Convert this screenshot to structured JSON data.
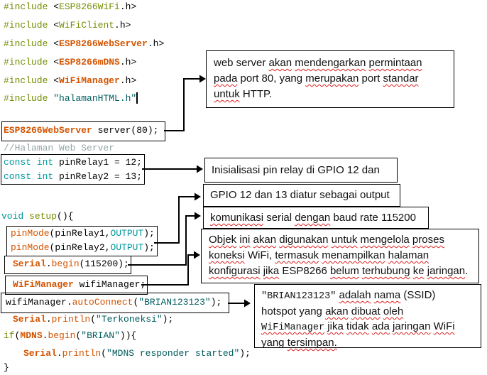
{
  "colors": {
    "token_directive": "#728E00",
    "token_class": "#D35400",
    "token_function": "#D35400",
    "token_keyword": "#00979C",
    "token_string": "#005C5F",
    "token_comment": "#95A5A6",
    "squiggle": "#E02020",
    "connector": "#000000"
  },
  "code": {
    "lines": [
      {
        "name": "include-esp8266wifi",
        "segments": [
          {
            "t": "#include ",
            "c": "directive"
          },
          {
            "t": "<",
            "c": "plain"
          },
          {
            "t": "ESP8266WiFi",
            "c": "directive"
          },
          {
            "t": ".h>",
            "c": "plain"
          }
        ]
      },
      {
        "name": "include-wificlient",
        "segments": [
          {
            "t": "#include ",
            "c": "directive"
          },
          {
            "t": "<",
            "c": "plain"
          },
          {
            "t": "WiFiClient",
            "c": "directive"
          },
          {
            "t": ".h>",
            "c": "plain"
          }
        ]
      },
      {
        "name": "include-esp8266webserver",
        "segments": [
          {
            "t": "#include ",
            "c": "directive"
          },
          {
            "t": "<",
            "c": "plain"
          },
          {
            "t": "ESP8266WebServer",
            "c": "class"
          },
          {
            "t": ".h>",
            "c": "plain"
          }
        ]
      },
      {
        "name": "include-esp8266mdns",
        "segments": [
          {
            "t": "#include ",
            "c": "directive"
          },
          {
            "t": "<",
            "c": "plain"
          },
          {
            "t": "ESP8266mDNS",
            "c": "class"
          },
          {
            "t": ".h>",
            "c": "plain"
          }
        ]
      },
      {
        "name": "include-wifimanager",
        "segments": [
          {
            "t": "#include ",
            "c": "directive"
          },
          {
            "t": "<",
            "c": "plain"
          },
          {
            "t": "WiFiManager",
            "c": "class"
          },
          {
            "t": ".h>",
            "c": "plain"
          }
        ]
      },
      {
        "name": "include-halamanhtml",
        "segments": [
          {
            "t": "#include ",
            "c": "directive"
          },
          {
            "t": "\"halamanHTML.h\"",
            "c": "string"
          }
        ]
      },
      {
        "name": "webserver-declaration",
        "segments": [
          {
            "t": "ESP8266WebServer",
            "c": "class"
          },
          {
            "t": " server(80);",
            "c": "plain"
          }
        ]
      },
      {
        "name": "comment-halaman-web-server",
        "segments": [
          {
            "t": "//Halaman Web Server",
            "c": "comment"
          }
        ]
      },
      {
        "name": "const-pinrelay1",
        "segments": [
          {
            "t": "const int",
            "c": "keyword"
          },
          {
            "t": " pinRelay1 = 12;",
            "c": "plain"
          }
        ]
      },
      {
        "name": "const-pinrelay2",
        "segments": [
          {
            "t": "const int",
            "c": "keyword"
          },
          {
            "t": " pinRelay2 = 13;",
            "c": "plain"
          }
        ]
      },
      {
        "name": "void-setup",
        "segments": [
          {
            "t": "void",
            "c": "keyword"
          },
          {
            "t": " ",
            "c": "plain"
          },
          {
            "t": "setup",
            "c": "directive"
          },
          {
            "t": "(){",
            "c": "plain"
          }
        ]
      },
      {
        "name": "pinmode-pinrelay1",
        "segments": [
          {
            "t": "pinMode",
            "c": "func"
          },
          {
            "t": "(pinRelay1,",
            "c": "plain"
          },
          {
            "t": "OUTPUT",
            "c": "keyword"
          },
          {
            "t": ");",
            "c": "plain"
          }
        ]
      },
      {
        "name": "pinmode-pinrelay2",
        "segments": [
          {
            "t": "pinMode",
            "c": "func"
          },
          {
            "t": "(pinRelay2,",
            "c": "plain"
          },
          {
            "t": "OUTPUT",
            "c": "keyword"
          },
          {
            "t": ");",
            "c": "plain"
          }
        ]
      },
      {
        "name": "serial-begin",
        "segments": [
          {
            "t": "Serial",
            "c": "class"
          },
          {
            "t": ".",
            "c": "plain"
          },
          {
            "t": "begin",
            "c": "func"
          },
          {
            "t": "(115200);",
            "c": "plain"
          }
        ]
      },
      {
        "name": "wifimanager-declaration",
        "segments": [
          {
            "t": "WiFiManager",
            "c": "class"
          },
          {
            "t": " wifiManager;",
            "c": "plain"
          }
        ]
      },
      {
        "name": "wifimanager-autoconnect",
        "segments": [
          {
            "t": "wifiManager.",
            "c": "plain"
          },
          {
            "t": "autoConnect",
            "c": "func"
          },
          {
            "t": "(",
            "c": "plain"
          },
          {
            "t": "\"BRIAN123123\"",
            "c": "string"
          },
          {
            "t": ");",
            "c": "plain"
          }
        ]
      },
      {
        "name": "serial-println-terkoneksi",
        "segments": [
          {
            "t": "Serial",
            "c": "class"
          },
          {
            "t": ".",
            "c": "plain"
          },
          {
            "t": "println",
            "c": "func"
          },
          {
            "t": "(",
            "c": "plain"
          },
          {
            "t": "\"Terkoneksi\"",
            "c": "string"
          },
          {
            "t": ");",
            "c": "plain"
          }
        ]
      },
      {
        "name": "if-mdns-begin",
        "segments": [
          {
            "t": "if",
            "c": "directive"
          },
          {
            "t": "(",
            "c": "plain"
          },
          {
            "t": "MDNS",
            "c": "class"
          },
          {
            "t": ".",
            "c": "plain"
          },
          {
            "t": "begin",
            "c": "func"
          },
          {
            "t": "(",
            "c": "plain"
          },
          {
            "t": "\"BRIAN\"",
            "c": "string"
          },
          {
            "t": ")){",
            "c": "plain"
          }
        ]
      },
      {
        "name": "serial-println-mdns",
        "segments": [
          {
            "t": "Serial",
            "c": "class"
          },
          {
            "t": ".",
            "c": "plain"
          },
          {
            "t": "println",
            "c": "func"
          },
          {
            "t": "(",
            "c": "plain"
          },
          {
            "t": "\"MDNS responder started\"",
            "c": "string"
          },
          {
            "t": ");",
            "c": "plain"
          }
        ]
      },
      {
        "name": "closing-brace",
        "segments": [
          {
            "t": "}",
            "c": "plain"
          }
        ]
      }
    ]
  },
  "callouts": [
    {
      "name": "callout-webserver-port",
      "lines": [
        [
          {
            "t": "web server ",
            "sq": false
          },
          {
            "t": "akan mendengarkan permintaan",
            "sq": true
          }
        ],
        [
          {
            "t": "pada",
            "sq": true
          },
          {
            "t": " port 80, yang ",
            "sq": false
          },
          {
            "t": "merupakan",
            "sq": true
          },
          {
            "t": " port ",
            "sq": false
          },
          {
            "t": "standar",
            "sq": true
          }
        ],
        [
          {
            "t": "untuk",
            "sq": true
          },
          {
            "t": " HTTP.",
            "sq": false
          }
        ]
      ]
    },
    {
      "name": "callout-pin-init",
      "lines": [
        [
          {
            "t": "Inisialisasi pin relay di GPIO 12 dan",
            "sq": false
          }
        ]
      ]
    },
    {
      "name": "callout-gpio-output",
      "lines": [
        [
          {
            "t": "GPIO 12 dan 13 diatur sebagai output",
            "sq": false
          }
        ]
      ]
    },
    {
      "name": "callout-serial-baud",
      "lines": [
        [
          {
            "t": "komunikasi",
            "sq": true
          },
          {
            "t": " serial ",
            "sq": false
          },
          {
            "t": "dengan",
            "sq": true
          },
          {
            "t": " baud rate 115200",
            "sq": false
          }
        ]
      ]
    },
    {
      "name": "callout-wifimanager-object",
      "lines": [
        [
          {
            "t": "Objek ini akan digunakan untuk mengelola proses",
            "sq": true
          }
        ],
        [
          {
            "t": "koneksi",
            "sq": true
          },
          {
            "t": " WiFi, ",
            "sq": false
          },
          {
            "t": "termasuk menampilkan halaman",
            "sq": true
          }
        ],
        [
          {
            "t": "konfigurasi jika",
            "sq": true
          },
          {
            "t": " ESP8266 ",
            "sq": false
          },
          {
            "t": "belum terhubung ke jaringan",
            "sq": true
          },
          {
            "t": ".",
            "sq": false
          }
        ]
      ]
    },
    {
      "name": "callout-ssid-hotspot",
      "lines": [
        [
          {
            "t": "\"BRIAN123123\"",
            "sq": false,
            "mono": true
          },
          {
            "t": " ",
            "sq": false
          },
          {
            "t": "adalah nama",
            "sq": true
          },
          {
            "t": " (SSID)",
            "sq": false
          }
        ],
        [
          {
            "t": "hotspot yang ",
            "sq": false
          },
          {
            "t": "akan dibuat oleh",
            "sq": true
          }
        ],
        [
          {
            "t": "WiFiManager",
            "sq": true,
            "mono": true
          },
          {
            "t": " ",
            "sq": false
          },
          {
            "t": "jika tidak ada jaringan WiFi",
            "sq": true
          }
        ],
        [
          {
            "t": "yang ",
            "sq": false
          },
          {
            "t": "tersimpan.",
            "sq": true
          }
        ]
      ]
    }
  ]
}
